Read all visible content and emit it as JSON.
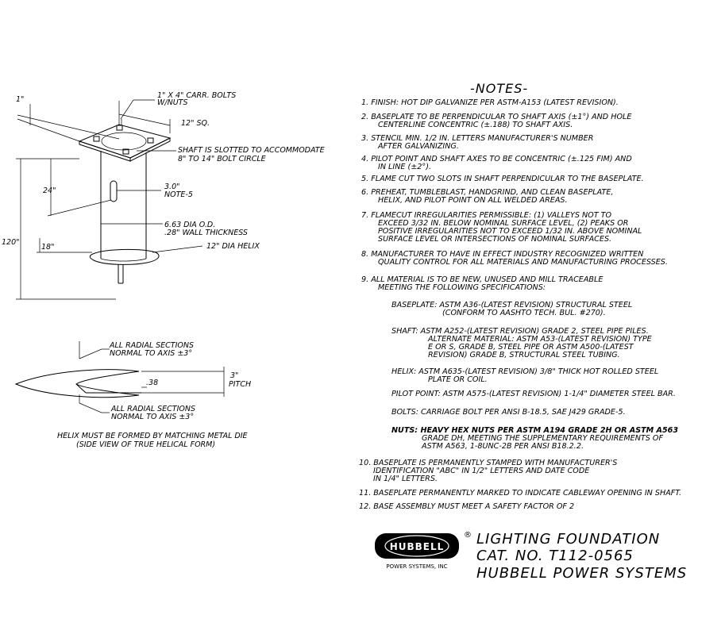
{
  "drawing": {
    "labels": {
      "d1": "1\"",
      "carr_bolts_1": "1\" X 4\" CARR. BOLTS",
      "carr_bolts_2": "W/NUTS",
      "sq": "12\" SQ.",
      "slot_1": "SHAFT IS SLOTTED TO ACCOMMODATE",
      "slot_2": "8\" TO 14\" BOLT CIRCLE",
      "d24": "24\"",
      "note5_1": "3.0\"",
      "note5_2": "NOTE-5",
      "od_1": "6.63 DIA O.D.",
      "od_2": ".28\" WALL THICKNESS",
      "d120": "120\"",
      "d18": "18\"",
      "helix": "12\" DIA HELIX"
    },
    "helix_detail": {
      "radial_top_1": "ALL RADIAL SECTIONS",
      "radial_top_2": "NORMAL TO AXIS ±3°",
      "pitch_1": "3\"",
      "pitch_2": "PITCH",
      "thick": ".38",
      "radial_bot_1": "ALL RADIAL SECTIONS",
      "radial_bot_2": "NORMAL TO AXIS ±3°",
      "caption_1": "HELIX MUST BE FORMED BY MATCHING METAL DIE",
      "caption_2": "(SIDE VIEW OF TRUE HELICAL FORM)"
    }
  },
  "notes": {
    "header": "-NOTES-",
    "lines": [
      "1.  FINISH:  HOT DIP GALVANIZE PER ASTM-A153 (LATEST REVISION).",
      "2.  BASEPLATE TO BE PERPENDICULAR TO SHAFT AXIS (±1°) AND HOLE",
      "CENTERLINE CONCENTRIC (±.188) TO SHAFT AXIS.",
      "3.  STENCIL MIN. 1/2 IN. LETTERS MANUFACTURER'S NUMBER",
      "AFTER GALVANIZING.",
      "4.  PILOT POINT AND SHAFT AXES TO BE CONCENTRIC (±.125 FIM) AND",
      "IN LINE (±2°).",
      "5.  FLAME CUT TWO SLOTS IN SHAFT PERPENDICULAR TO THE BASEPLATE.",
      "6.  PREHEAT, TUMBLEBLAST, HANDGRIND, AND CLEAN BASEPLATE,",
      "HELIX, AND PILOT POINT ON ALL WELDED AREAS.",
      "7.  FLAMECUT IRREGULARITIES PERMISSIBLE:  (1) VALLEYS NOT TO",
      "EXCEED 3/32 IN. BELOW NOMINAL SURFACE LEVEL, (2) PEAKS OR",
      "POSITIVE IRREGULARITIES NOT TO EXCEED 1/32 IN. ABOVE NOMINAL",
      "SURFACE LEVEL OR INTERSECTIONS OF NOMINAL SURFACES.",
      "8.  MANUFACTURER TO HAVE IN EFFECT INDUSTRY RECOGNIZED WRITTEN",
      "QUALITY CONTROL FOR ALL MATERIALS AND MANUFACTURING PROCESSES.",
      "9.  ALL MATERIAL IS TO BE NEW, UNUSED AND MILL TRACEABLE",
      "MEETING THE FOLLOWING SPECIFICATIONS:",
      "BASEPLATE:  ASTM A36-(LATEST REVISION) STRUCTURAL STEEL",
      "(CONFORM TO AASHTO TECH. BUL. #270).",
      "SHAFT:  ASTM A252-(LATEST REVISION) GRADE 2, STEEL PIPE PILES.",
      "ALTERNATE MATERIAL: ASTM A53-(LATEST REVISION) TYPE",
      "E OR S, GRADE B, STEEL PIPE OR ASTM A500-(LATEST",
      "REVISION) GRADE B, STRUCTURAL STEEL TUBING.",
      "HELIX:  ASTM A635-(LATEST REVISION) 3/8\" THICK HOT ROLLED STEEL",
      "PLATE OR COIL.",
      "PILOT POINT:  ASTM A575-(LATEST REVISION) 1-1/4\" DIAMETER STEEL BAR.",
      "BOLTS:  CARRIAGE BOLT PER ANSI B-18.5, SAE J429 GRADE-5.",
      "NUTS:  HEAVY HEX NUTS PER ASTM A194 GRADE 2H OR ASTM A563",
      "GRADE DH, MEETING THE SUPPLEMENTARY REQUIREMENTS OF",
      "ASTM A563, 1-8UNC-2B PER ANSI B18.2.2.",
      "10. BASEPLATE IS PERMANENTLY STAMPED WITH MANUFACTURER'S",
      "IDENTIFICATION \"ABC\" IN 1/2\" LETTERS AND DATE CODE",
      "IN 1/4\" LETTERS.",
      "11. BASEPLATE PERMANENTLY MARKED TO INDICATE CABLEWAY OPENING IN SHAFT.",
      "12. BASE ASSEMBLY MUST MEET A SAFETY FACTOR OF 2"
    ]
  },
  "title_block": {
    "logo_text": "HUBBELL",
    "logo_sub": "POWER SYSTEMS, INC",
    "registered": "®",
    "line1": "LIGHTING FOUNDATION",
    "line2": "CAT. NO. T112-0565",
    "line3": "HUBBELL POWER SYSTEMS"
  }
}
